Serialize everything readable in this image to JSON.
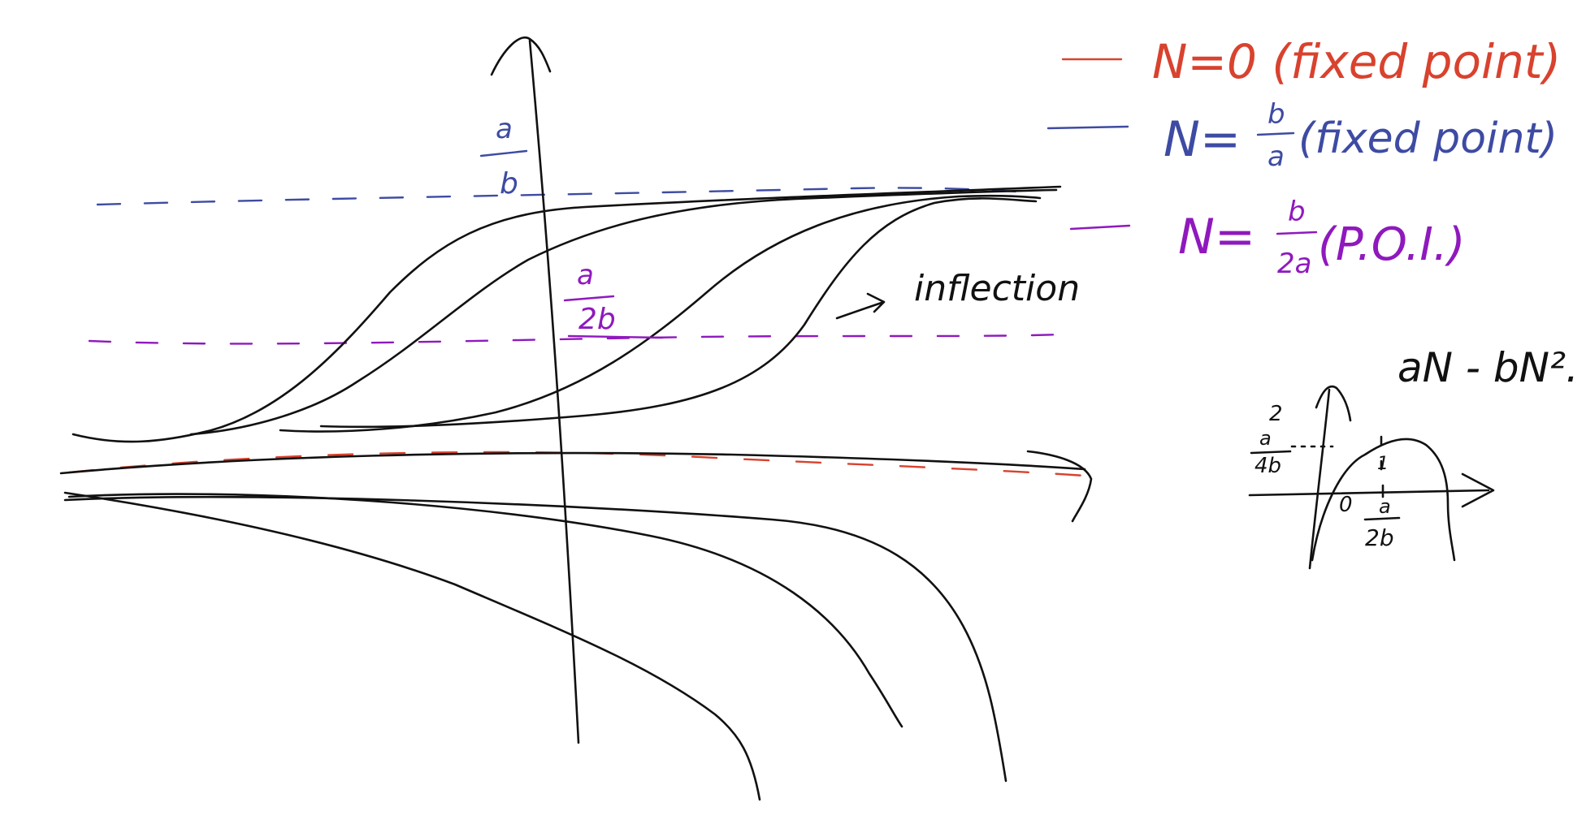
{
  "colors": {
    "ink": "#111111",
    "red": "#d8422e",
    "blue": "#3e4ba3",
    "purple": "#8f19bd"
  },
  "axis_labels": {
    "upper_fraction_num": "a",
    "upper_fraction_den": "b",
    "mid_fraction_num": "a",
    "mid_fraction_den": "2b"
  },
  "annotation": {
    "inflection": "inflection"
  },
  "legend": {
    "red_text": "N=0 (fixed point)",
    "blue_prefix": "N=",
    "blue_num": "b",
    "blue_den": "a",
    "blue_suffix": "(fixed point)",
    "purple_prefix": "N=",
    "purple_num": "b",
    "purple_den": "2a",
    "purple_suffix": "(P.O.I.)"
  },
  "inset": {
    "formula": "aN - bN².",
    "peak_num": "a",
    "peak_den": "4b",
    "peak_sup": "2",
    "origin": "0",
    "x_num": "a",
    "x_den": "2b",
    "tick_mark": "1"
  }
}
